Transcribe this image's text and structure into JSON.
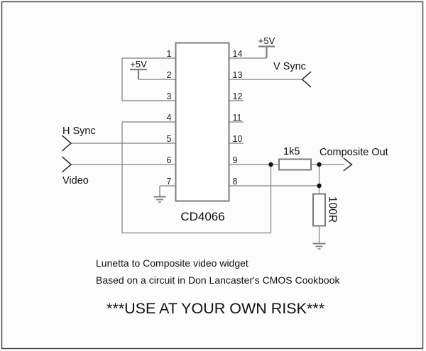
{
  "ic": {
    "name": "CD4066",
    "left_pins": [
      "1",
      "2",
      "3",
      "4",
      "5",
      "6",
      "7"
    ],
    "right_pins": [
      "14",
      "13",
      "12",
      "11",
      "10",
      "9",
      "8"
    ]
  },
  "signals": {
    "h_sync": "H Sync",
    "video": "Video",
    "v_sync": "V Sync",
    "composite_out": "Composite Out"
  },
  "power": {
    "vcc_pin2": "+5V",
    "vcc_pin14": "+5V"
  },
  "components": {
    "series_resistor": "1k5",
    "shunt_resistor": "100R"
  },
  "title_block": {
    "note1": "Lunetta to Composite video widget",
    "note2": "Based on a circuit in Don Lancaster's CMOS Cookbook",
    "warning": "***USE AT YOUR OWN RISK***"
  },
  "colors": {
    "background": "#fcfcfc",
    "frame": "#4a4a4a",
    "wire": "#7f7f7f",
    "component_outline": "#7a7a7a",
    "text": "#111111",
    "junction_dot": "#111111"
  }
}
